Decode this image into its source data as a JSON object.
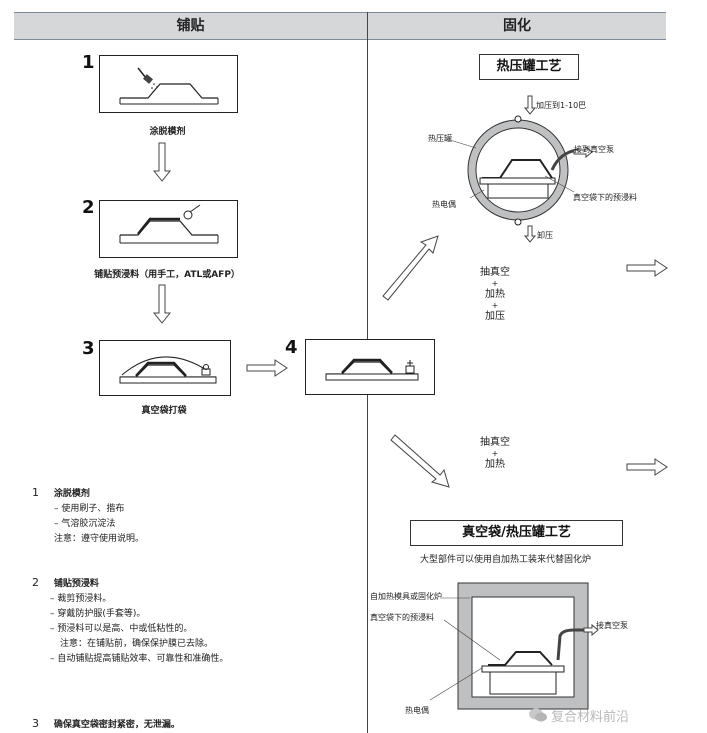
{
  "headers": {
    "layup": "铺贴",
    "cure": "固化"
  },
  "steps": [
    {
      "num": "1",
      "caption": "涂脱模剂"
    },
    {
      "num": "2",
      "caption": "铺贴预浸料（用手工，ATL或AFP）"
    },
    {
      "num": "3",
      "caption": "真空袋打袋"
    },
    {
      "num": "4",
      "caption": ""
    }
  ],
  "autoclave": {
    "title": "热压罐工艺",
    "labels": {
      "pressure_in": "加压到1-10巴",
      "vessel": "热压罐",
      "to_vacuum": "接到真空泵",
      "prepreg_under_bag": "真空袋下的预浸料",
      "thermocouple": "热电偶",
      "release": "卸压"
    },
    "process_lines": [
      "抽真空",
      "+",
      "加热",
      "+",
      "加压"
    ]
  },
  "vacuum_bag": {
    "process_lines": [
      "抽真空",
      "+",
      "加热"
    ],
    "title": "真空袋/热压罐工艺",
    "subtitle": "大型部件可以使用自加热工装来代替固化炉",
    "labels": {
      "tooling": "自加热模具或固化炉",
      "prepreg_under_bag": "真空袋下的预浸料",
      "to_vacuum": "接真空泵",
      "thermocouple": "热电偶"
    }
  },
  "notes": [
    {
      "num": "1",
      "title": "涂脱模剂",
      "lines": [
        "– 使用刷子、揩布",
        "– 气溶胶沉淀法",
        "注意：遵守使用说明。"
      ]
    },
    {
      "num": "2",
      "title": "铺贴预浸料",
      "lines": [
        "– 裁剪预浸料。",
        "– 穿戴防护服(手套等)。",
        "– 预浸料可以是高、中或低粘性的。",
        "注意：在铺贴前，确保保护膜已去除。",
        "– 自动铺贴提高铺贴效率、可靠性和准确性。"
      ]
    },
    {
      "num": "3",
      "title": "确保真空袋密封紧密，无泄漏。",
      "lines": []
    }
  ],
  "watermark": "复合材料前沿",
  "icons": [
    "brush-icon",
    "roller-icon",
    "vacuum-valve-icon",
    "wechat-icon"
  ]
}
